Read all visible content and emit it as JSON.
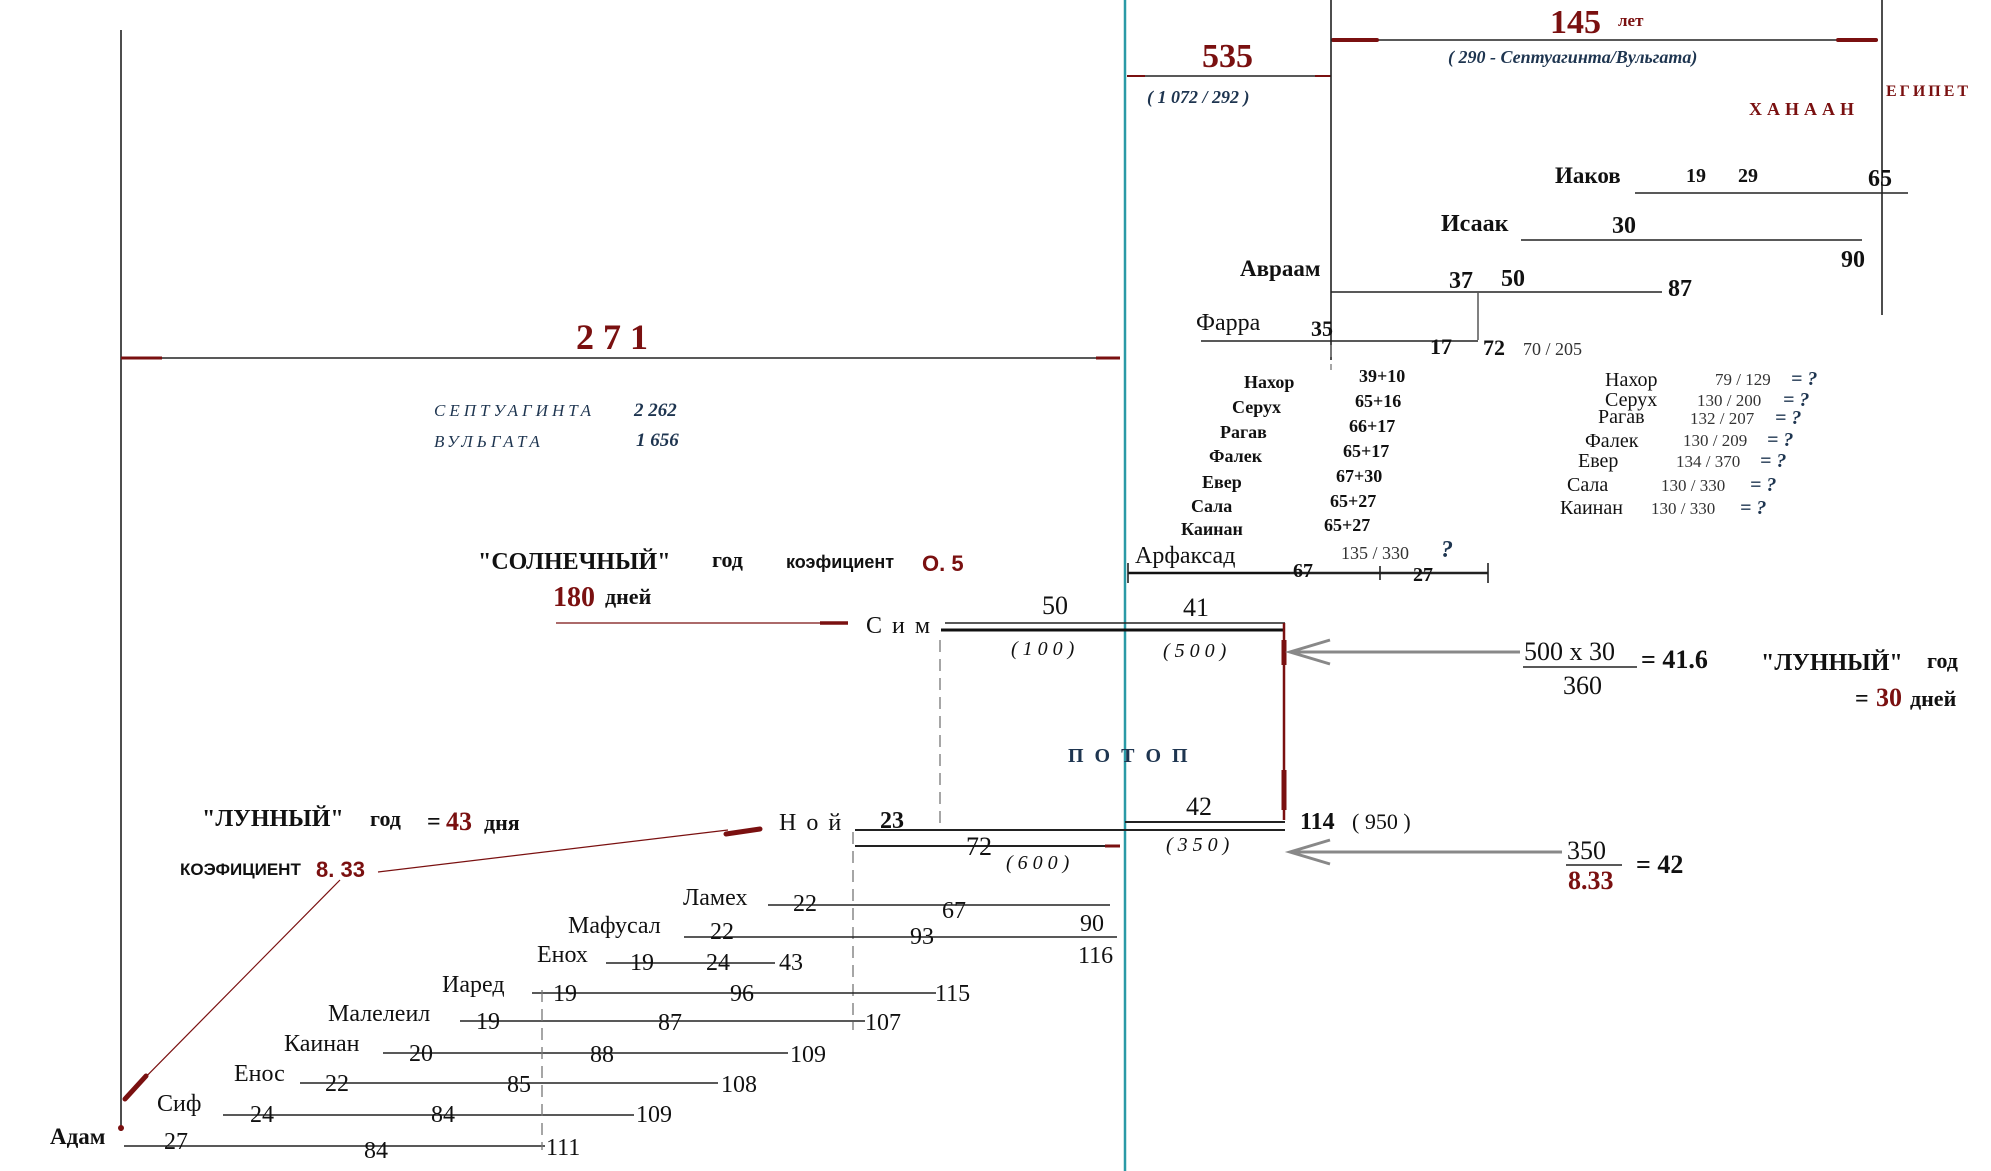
{
  "top": {
    "span145": "145",
    "span145_unit": "лет",
    "span145_note": "( 290  -  Септуагинта/Вульгата)",
    "span535": "535",
    "span535_note": "( 1 072  /  292  )",
    "hanaan": "ХАНААН",
    "egypt": "ЕГИПЕТ"
  },
  "main_span": {
    "value": "2 7 1",
    "septuagint_label": "СЕПТУАГИНТА",
    "septuagint_value": "2 262",
    "vulgate_label": "ВУЛЬГАТА",
    "vulgate_value": "1 656"
  },
  "patriarchs_upper": {
    "iakov": {
      "name": "Иаков",
      "v1": "19",
      "v2": "29",
      "v3": "65"
    },
    "isaak": {
      "name": "Исаак",
      "v1": "30",
      "v2": "90"
    },
    "avraam": {
      "name": "Авраам",
      "v1": "37",
      "v2": "50",
      "v3": "87"
    },
    "farra": {
      "name": "Фарра",
      "v1": "35",
      "v2": "17",
      "v3": "72",
      "note": "70 / 205"
    }
  },
  "list_bold": [
    {
      "name": "Нахор",
      "value": "39+10"
    },
    {
      "name": "Серух",
      "value": "65+16"
    },
    {
      "name": "Рагав",
      "value": "66+17"
    },
    {
      "name": "Фалек",
      "value": "65+17"
    },
    {
      "name": "Евер",
      "value": "67+30"
    },
    {
      "name": "Сала",
      "value": "65+27"
    },
    {
      "name": "Каинан",
      "value": "65+27"
    }
  ],
  "list_right": [
    {
      "name": "Нахор",
      "value": "79 / 129",
      "q": "= ?"
    },
    {
      "name": "Серух",
      "value": "130 / 200",
      "q": "= ?"
    },
    {
      "name": "Рагав",
      "value": "132 / 207",
      "q": "= ?"
    },
    {
      "name": "Фалек",
      "value": "130 / 209",
      "q": "= ?"
    },
    {
      "name": "Евер",
      "value": "134 / 370",
      "q": "= ?"
    },
    {
      "name": "Сала",
      "value": "130 / 330",
      "q": "= ?"
    },
    {
      "name": "Каинан",
      "value": "130 / 330",
      "q": "= ?"
    }
  ],
  "arfaksad": {
    "name": "Арфаксад",
    "v1": "67",
    "v2": "27",
    "note": "135 / 330",
    "q": "?"
  },
  "solar": {
    "title": "\"СОЛНЕЧНЫЙ\"",
    "title_suffix": "год",
    "coef_label": "коэфициент",
    "coef_value": "О. 5",
    "days_value": "180",
    "days_label": "дней"
  },
  "sim": {
    "name": "С и м",
    "v1": "50",
    "v1_note": "( 1 0 0 )",
    "v2": "41",
    "v2_note": "( 5 0 0 )"
  },
  "lunar_right": {
    "numerator": "500 х 30",
    "denominator": "360",
    "result": "= 41.6",
    "title": "\"ЛУННЫЙ\"",
    "title_suffix": "год",
    "days_prefix": "=",
    "days_value": "30",
    "days_label": "дней"
  },
  "flood": "П О Т О П",
  "lunar_left": {
    "title": "\"ЛУННЫЙ\"",
    "title_suffix": "год",
    "eq": "=",
    "days_value": "43",
    "days_label": "дня",
    "coef_label": "КОЭФИЦИЕНТ",
    "coef_value": "8. 33"
  },
  "noah": {
    "name": "Н о й",
    "v1": "23",
    "v2": "42",
    "v2_note": "( 3 5 0 )",
    "v3": "72",
    "v3_note": "( 6 0 0 )",
    "end": "114",
    "end_note": "( 950 )"
  },
  "fraction2": {
    "numerator": "350",
    "denominator": "8.33",
    "result": "= 42"
  },
  "patriarchs_lower": [
    {
      "name": "Ламех",
      "v1": "22",
      "v2": "67",
      "end": "90"
    },
    {
      "name": "Мафусал",
      "v1": "22",
      "v2": "93",
      "end": "116"
    },
    {
      "name": "Енох",
      "v1": "19",
      "v2": "24",
      "end": "43"
    },
    {
      "name": "Иаред",
      "v1": "19",
      "v2": "96",
      "end": "115"
    },
    {
      "name": "Малелеил",
      "v1": "19",
      "v2": "87",
      "end": "107"
    },
    {
      "name": "Каинан",
      "v1": "20",
      "v2": "88",
      "end": "109"
    },
    {
      "name": "Енос",
      "v1": "22",
      "v2": "85",
      "end": "108"
    },
    {
      "name": "Сиф",
      "v1": "24",
      "v2": "84",
      "end": "109"
    },
    {
      "name": "Адам",
      "v1": "27",
      "v2": "84",
      "end": "111"
    }
  ],
  "colors": {
    "accent_red": "#7a1010",
    "navy": "#1e3550",
    "teal_axis": "#2a9aa6"
  }
}
